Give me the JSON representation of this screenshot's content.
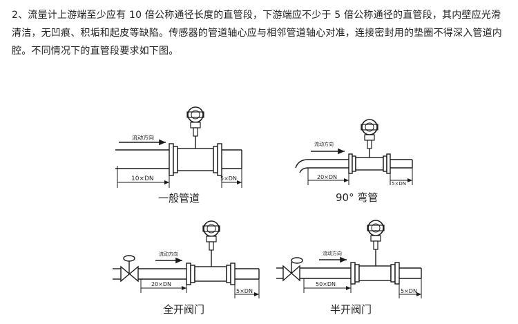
{
  "article": {
    "paragraph": "2、流量计上游端至少应有 10 倍公称通径长度的直管段，下游端应不少于 5 倍公称通径的直管段，其内壁应光滑清洁，无凹痕、积垢和起皮等缺陷。传感器的管道轴心应与相邻管道轴心对准，连接密封用的垫圈不得深入管道内腔。不同情况下的直管段要求如下图。"
  },
  "figure": {
    "panels": [
      {
        "flow_label": "流动方向",
        "upstream_label": "10×DN",
        "downstream_label": "5×DN",
        "caption": "一般管道"
      },
      {
        "flow_label": "流动方向",
        "upstream_label": "20×DN",
        "downstream_label": "5×DN",
        "caption": "90° 弯管"
      },
      {
        "flow_label": "流动方向",
        "upstream_label": "20×DN",
        "downstream_label": "5×DN",
        "caption": "全开阀门"
      },
      {
        "flow_label": "流动方向",
        "upstream_label": "50×DN",
        "downstream_label": "5×DN",
        "caption": "半开阀门"
      }
    ]
  },
  "colors": {
    "ink": "#222222",
    "line": "#1a1a1a"
  }
}
